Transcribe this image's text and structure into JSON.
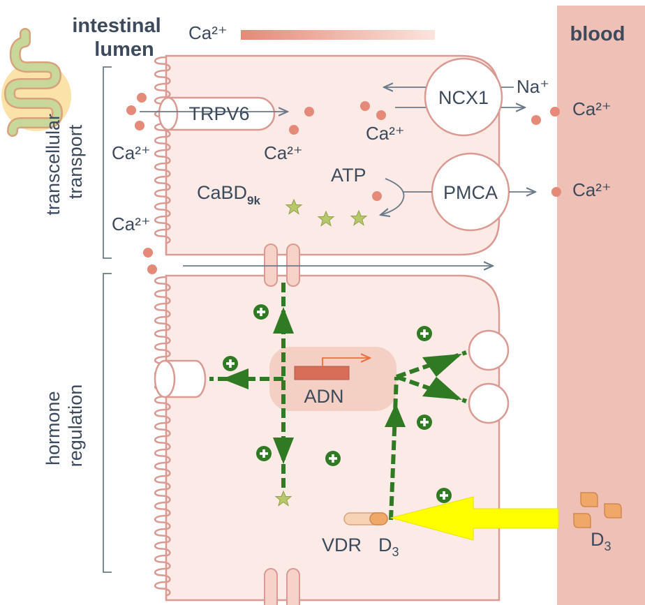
{
  "labels": {
    "lumen_line1": "intestinal",
    "lumen_line2": "lumen",
    "blood": "blood",
    "ca_top": "Ca²⁺",
    "trpv6": "TRPV6",
    "ncx1": "NCX1",
    "na": "Na⁺",
    "ca_left1": "Ca²⁺",
    "ca_mid1": "Ca²⁺",
    "ca_ncx_in": "Ca²⁺",
    "ca_blood1": "Ca²⁺",
    "atp": "ATP",
    "pmca": "PMCA",
    "ca_blood2": "Ca²⁺",
    "cabd_main": "CaBD",
    "cabd_sub": "9k",
    "ca_left2": "Ca²⁺",
    "transcellular_line1": "transcellular",
    "transcellular_line2": "transport",
    "hormone_line1": "hormone",
    "hormone_line2": "regulation",
    "adn": "ADN",
    "vdr": "VDR",
    "d3_cell_main": "D",
    "d3_cell_sub": "3",
    "d3_blood_main": "D",
    "d3_blood_sub": "3",
    "plus": "+"
  },
  "colors": {
    "cell_fill": "#fbeae6",
    "cell_stroke": "#d89a92",
    "blood_fill": "#efc1b6",
    "ca_dot": "#e58a78",
    "arrow_green": "#2f7a22",
    "star": "#b7c86a",
    "highlight_arrow": "#ffff00",
    "d3_fill": "#f0a868",
    "text": "#3d4a5c"
  },
  "icons": [
    "intestine-icon",
    "star-icon",
    "plus-icon"
  ]
}
